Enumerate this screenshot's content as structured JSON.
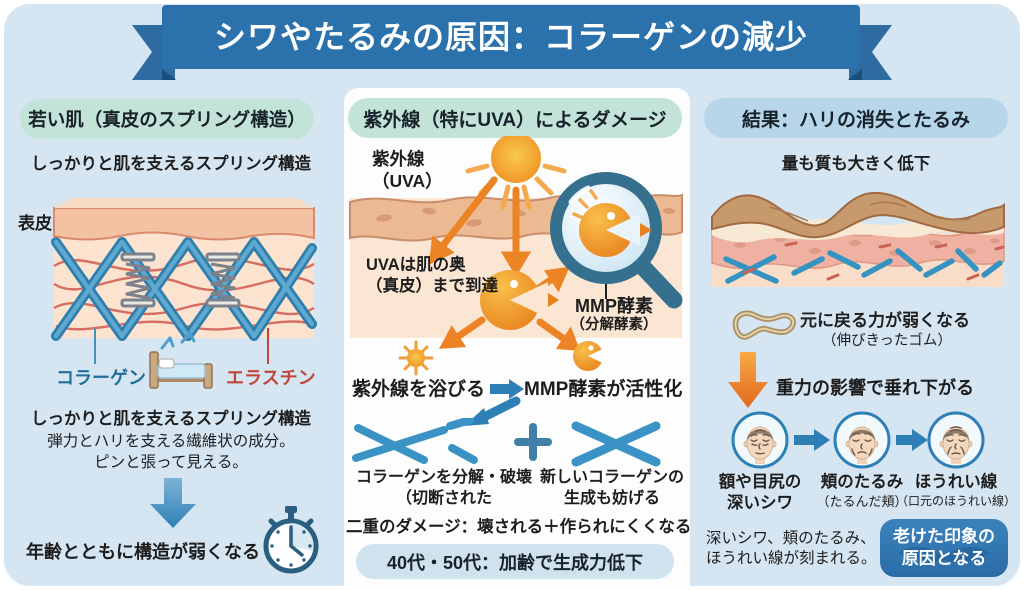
{
  "title": "シワやたるみの原因：コラーゲンの減少",
  "colors": {
    "banner_blue": "#2b72ad",
    "background_blue": "#d5e6f2",
    "mint_pill": "#c3e2d8",
    "light_blue_pill": "#b7d6e9",
    "collagen_blue": "#3593c2",
    "elastin_red": "#c9564a",
    "uv_orange": "#ec8426",
    "badge_blue": "#2f74b0"
  },
  "left": {
    "header": "若い肌（真皮のスプリング構造）",
    "subtitle": "しっかりと肌を支えるスプリング構造",
    "epidermis_label": "表皮",
    "collagen_label": "コラーゲン",
    "elastin_label": "エラスチン",
    "desc_line1": "しっかりと肌を支えるスプリング構造",
    "desc_line2": "弾力とハリを支える繊維状の成分。",
    "desc_line3": "ピンと張って見える。",
    "footer": "年齢とともに構造が弱くなる",
    "icons": {
      "bed": "bed-icon",
      "spring": "spring-icon",
      "stopwatch": "stopwatch-icon",
      "down_arrow": "down-arrow-icon"
    }
  },
  "middle": {
    "header": "紫外線（特にUVA）によるダメージ",
    "uv_label_line1": "紫外線",
    "uv_label_line2": "（UVA）",
    "reach_line1": "UVAは肌の奥",
    "reach_line2": "（真皮）まで到達",
    "mmp_label_line1": "MMP酵素",
    "mmp_label_line2": "（分解酵素）",
    "flow_left": "紫外線を浴びる",
    "flow_right": "MMP酵素が活性化",
    "destroy_line1": "コラーゲンを分解・破壊",
    "destroy_line2": "（切断された",
    "prevent_line1": "新しいコラーゲンの",
    "prevent_line2": "生成も妨げる",
    "double_damage": "二重のダメージ：壊される＋作られにくくなる",
    "age_note": "40代・50代：加齢で生成力低下",
    "icons": {
      "sun": "sun-icon",
      "small_sun": "small-sun-icon",
      "magnifier": "magnifier-icon",
      "enzyme": "enzyme-pacman-icon",
      "plus": "plus-sign",
      "broken_collagen": "broken-collagen-icon",
      "new_collagen": "collagen-cross-icon"
    }
  },
  "right": {
    "header": "結果：ハリの消失とたるみ",
    "subtitle": "量も質も大きく低下",
    "rubber_line1": "元に戻る力が弱くなる",
    "rubber_line2": "（伸びきったゴム）",
    "gravity_label": "重力の影響で垂れ下がる",
    "faces": [
      {
        "line1": "額や目尻の",
        "line2": "深いシワ",
        "sub": ""
      },
      {
        "line1": "頬のたるみ",
        "line2": "",
        "sub": "（たるんだ頬）"
      },
      {
        "line1": "ほうれい線",
        "line2": "",
        "sub": "（口元のほうれい線）"
      }
    ],
    "footer_line1": "深いシワ、頬のたるみ、",
    "footer_line2": "ほうれい線が刻まれる。",
    "badge_line1": "老けた印象の",
    "badge_line2": "原因となる",
    "icons": {
      "rubber_band": "rubber-band-icon",
      "face": "aging-face-icon",
      "down_arrow": "orange-down-arrow-icon"
    }
  }
}
